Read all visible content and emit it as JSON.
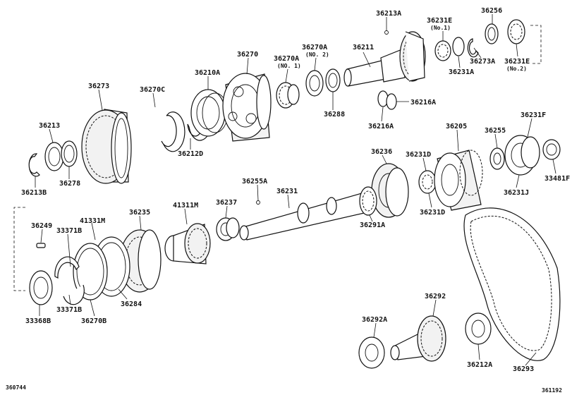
{
  "diagram": {
    "page_number": "360744",
    "figure_code": "361192",
    "parts": [
      {
        "id": "p36213A",
        "label": "36213A"
      },
      {
        "id": "p36231E_1",
        "label": "36231E",
        "note": "(No.1)"
      },
      {
        "id": "p36256",
        "label": "36256"
      },
      {
        "id": "p36211",
        "label": "36211"
      },
      {
        "id": "p36270A_2",
        "label": "36270A",
        "note": "(NO. 2)"
      },
      {
        "id": "p36270",
        "label": "36270"
      },
      {
        "id": "p36270A_1",
        "label": "36270A",
        "note": "(NO. 1)"
      },
      {
        "id": "p36273A",
        "label": "36273A"
      },
      {
        "id": "p36231A",
        "label": "36231A"
      },
      {
        "id": "p36231E_2",
        "label": "36231E",
        "note": "(No.2)"
      },
      {
        "id": "p36210A",
        "label": "36210A"
      },
      {
        "id": "p36273",
        "label": "36273"
      },
      {
        "id": "p36270C",
        "label": "36270C"
      },
      {
        "id": "p36288",
        "label": "36288"
      },
      {
        "id": "p36216A_r",
        "label": "36216A"
      },
      {
        "id": "p36216A_b",
        "label": "36216A"
      },
      {
        "id": "p36213",
        "label": "36213"
      },
      {
        "id": "p36212D",
        "label": "36212D"
      },
      {
        "id": "p36205",
        "label": "36205"
      },
      {
        "id": "p36231F",
        "label": "36231F"
      },
      {
        "id": "p36255",
        "label": "36255"
      },
      {
        "id": "p36236",
        "label": "36236"
      },
      {
        "id": "p36231D_t",
        "label": "36231D"
      },
      {
        "id": "p36213B",
        "label": "36213B"
      },
      {
        "id": "p36278",
        "label": "36278"
      },
      {
        "id": "p36255A",
        "label": "36255A"
      },
      {
        "id": "p33481F",
        "label": "33481F"
      },
      {
        "id": "p36231J",
        "label": "36231J"
      },
      {
        "id": "p36231",
        "label": "36231"
      },
      {
        "id": "p36231D_b",
        "label": "36231D"
      },
      {
        "id": "p41331M",
        "label": "41331M"
      },
      {
        "id": "p36235",
        "label": "36235"
      },
      {
        "id": "p41311M",
        "label": "41311M"
      },
      {
        "id": "p36237",
        "label": "36237"
      },
      {
        "id": "p36249",
        "label": "36249"
      },
      {
        "id": "p33371B_t",
        "label": "33371B"
      },
      {
        "id": "p36291A",
        "label": "36291A"
      },
      {
        "id": "p36284",
        "label": "36284"
      },
      {
        "id": "p33368B",
        "label": "33368B"
      },
      {
        "id": "p33371B_b",
        "label": "33371B"
      },
      {
        "id": "p36270B",
        "label": "36270B"
      },
      {
        "id": "p36292",
        "label": "36292"
      },
      {
        "id": "p36292A",
        "label": "36292A"
      },
      {
        "id": "p36212A",
        "label": "36212A"
      },
      {
        "id": "p36293",
        "label": "36293"
      }
    ]
  }
}
